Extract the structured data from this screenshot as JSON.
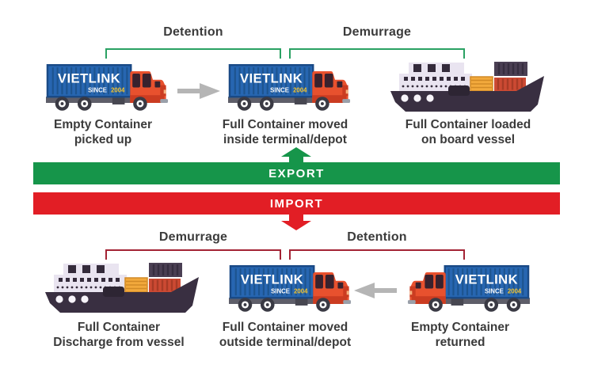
{
  "branding": {
    "name": "VIETLINK",
    "since_label": "SINCE",
    "since_year": "2004"
  },
  "colors": {
    "export_green": "#16954a",
    "import_red": "#e21e25",
    "bracket_green": "#2aa163",
    "bracket_maroon": "#a32334",
    "caption_text": "#3b3b3b",
    "container_blue": "#2766b1",
    "cab_orange": "#e8512e",
    "band_text": "#ffffff",
    "flow_arrow_gray": "#b5b5b5"
  },
  "export_flow": {
    "band_label": "EXPORT",
    "bracket_left": {
      "label": "Detention"
    },
    "bracket_right": {
      "label": "Demurrage"
    },
    "steps": [
      {
        "line1": "Empty Container",
        "line2": "picked up"
      },
      {
        "line1": "Full Container moved",
        "line2": "inside terminal/depot"
      },
      {
        "line1": "Full Container loaded",
        "line2": "on board vessel"
      }
    ]
  },
  "import_flow": {
    "band_label": "IMPORT",
    "bracket_left": {
      "label": "Demurrage"
    },
    "bracket_right": {
      "label": "Detention"
    },
    "steps": [
      {
        "line1": "Full Container",
        "line2": "Discharge from vessel"
      },
      {
        "line1": "Full Container moved",
        "line2": "outside terminal/depot"
      },
      {
        "line1": "Empty Container",
        "line2": "returned"
      }
    ]
  }
}
